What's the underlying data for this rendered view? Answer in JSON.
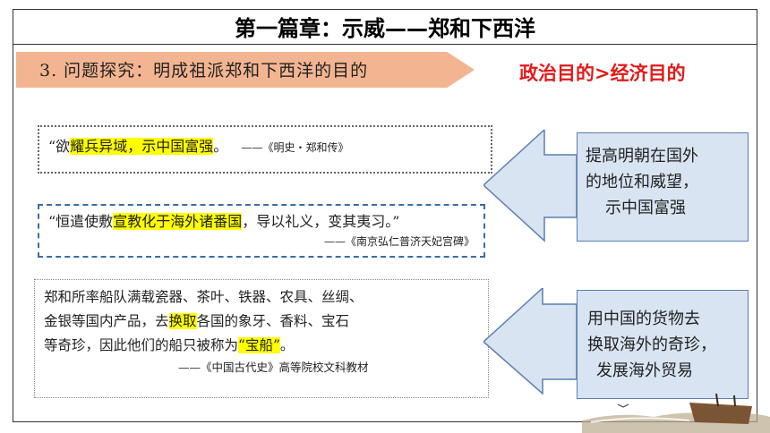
{
  "title": "第一篇章：示威——郑和下西洋",
  "banner": "3. 问题探究：明成祖派郑和下西洋的目的",
  "purpose_label": "政治目的>经济目的",
  "quotes": {
    "q1": {
      "open": "“欲",
      "highlight": "耀兵异域，示中国富强",
      "close": "。",
      "source": "——《明史・郑和传》"
    },
    "q2": {
      "open": "“恒遣使敷",
      "highlight": "宣教化于海外诸番国",
      "rest": "，导以礼义，变其夷习。”",
      "source": "——《南京弘仁普济天妃宫碑》"
    },
    "q3": {
      "line1": "郑和所率船队满载瓷器、茶叶、铁器、农具、丝绸、",
      "line2a": "金银等国内产品，去",
      "line2hl": "换取",
      "line2b": "各国的象牙、香料、宝石",
      "line3a": "等奇珍，因此他们的船只被称为",
      "line3hl": "“宝船”",
      "line3b": "。",
      "source": "——《中国古代史》高等院校文科教材"
    }
  },
  "callouts": {
    "political": [
      "提高明朝在国外",
      "的地位和威望，",
      "示中国富强"
    ],
    "economic": [
      "用中国的货物去",
      "换取海外的奇珍，",
      "发展海外贸易"
    ]
  },
  "colors": {
    "banner": "#f3b591",
    "purpose_red": "#e21a1a",
    "highlight": "#ffff00",
    "callout_fill": "#d9e4f2",
    "callout_border": "#5b7fb0"
  }
}
